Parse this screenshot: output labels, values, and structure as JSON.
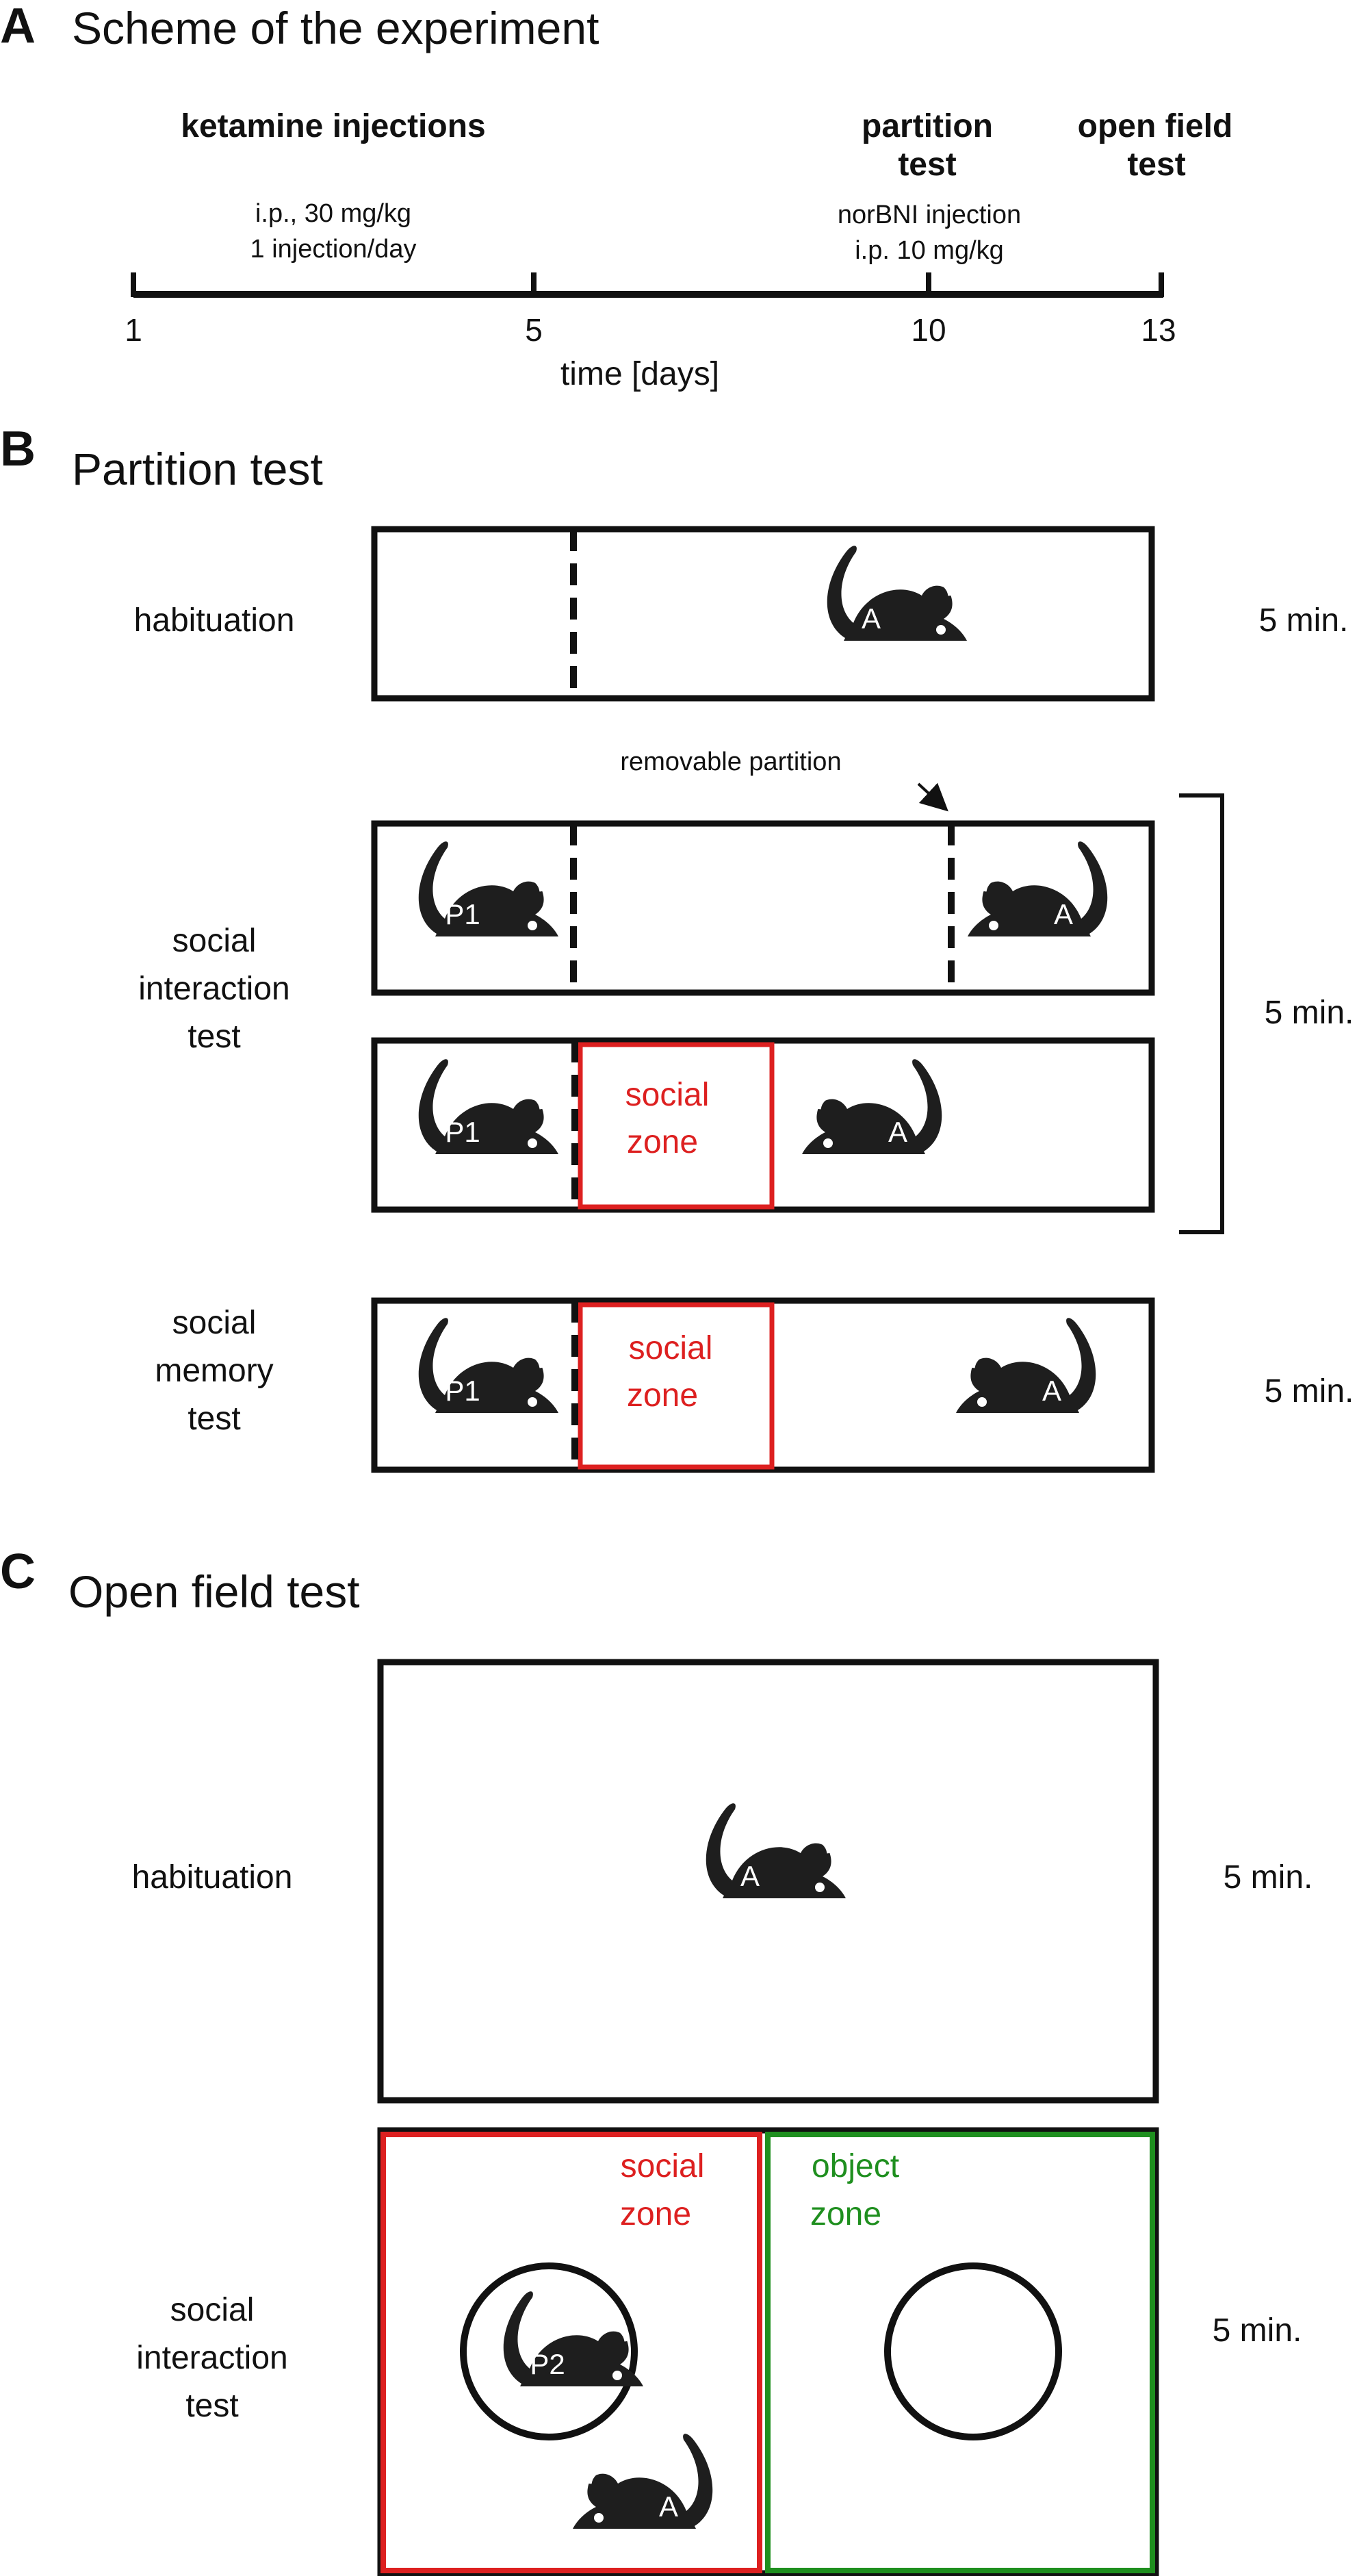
{
  "panels": {
    "a": {
      "letter": "A",
      "title": "Scheme of the experiment",
      "ketamine_title": "ketamine injections",
      "ketamine_line1": "i.p., 30 mg/kg",
      "ketamine_line2": "1 injection/day",
      "partition_line1": "partition",
      "partition_line2": "test",
      "norbni_line1": "norBNI injection",
      "norbni_line2": "i.p. 10 mg/kg",
      "openfield_line1": "open field",
      "openfield_line2": "test",
      "ticks": [
        "1",
        "5",
        "10",
        "13"
      ],
      "axis_label": "time [days]"
    },
    "b": {
      "letter": "B",
      "title": "Partition test",
      "habituation": "habituation",
      "removable_partition": "removable partition",
      "sit_line1": "social",
      "sit_line2": "interaction",
      "sit_line3": "test",
      "smt_line1": "social",
      "smt_line2": "memory",
      "smt_line3": "test",
      "social_zone_line1": "social",
      "social_zone_line2": "zone",
      "duration_hab": "5 min.",
      "duration_sit": "5 min.",
      "duration_smt": "5 min."
    },
    "c": {
      "letter": "C",
      "title": "Open field test",
      "habituation": "habituation",
      "sit_line1": "social",
      "sit_line2": "interaction",
      "sit_line3": "test",
      "social_zone_line1": "social",
      "social_zone_line2": "zone",
      "object_zone_line1": "object",
      "object_zone_line2": "zone",
      "duration_hab": "5 min.",
      "duration_sit": "5 min."
    }
  },
  "mice": {
    "a": "A",
    "p1": "P1",
    "p2": "P2"
  },
  "colors": {
    "social_zone": "#dd2020",
    "object_zone": "#1f8f1f",
    "mouse": "#1e1e1e"
  }
}
